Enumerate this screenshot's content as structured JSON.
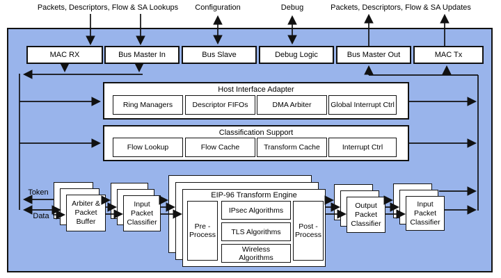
{
  "colors": {
    "canvas": "#ffffff",
    "panel": "#99b4eb",
    "box": "#ffffff",
    "line": "#111111"
  },
  "external": {
    "lookups_label": "Packets, Descriptors, Flow & SA Lookups",
    "configuration_label": "Configuration",
    "debug_label": "Debug",
    "updates_label": "Packets, Descriptors, Flow & SA Updates"
  },
  "top_row": {
    "mac_rx": "MAC RX",
    "bus_master_in": "Bus Master In",
    "bus_slave": "Bus Slave",
    "debug_logic": "Debug Logic",
    "bus_master_out": "Bus Master Out",
    "mac_tx": "MAC Tx"
  },
  "host_interface_adapter": {
    "title": "Host Interface Adapter",
    "ring_managers": "Ring Managers",
    "descriptor_fifos": "Descriptor FIFOs",
    "dma_arbiter": "DMA Arbiter",
    "global_interrupt_ctrl": "Global Interrupt Ctrl"
  },
  "classification_support": {
    "title": "Classification Support",
    "flow_lookup": "Flow Lookup",
    "flow_cache": "Flow Cache",
    "transform_cache": "Transform Cache",
    "interrupt_ctrl": "Interrupt Ctrl"
  },
  "bus_labels": {
    "token": "Token",
    "data": "Data"
  },
  "pipeline": {
    "arbiter_packet_buffer": "Arbiter &\nPacket\nBuffer",
    "input_packet_classifier": "Input\nPacket\nClassifier",
    "output_packet_classifier": "Output\nPacket\nClassifier",
    "input_packet_classifier_right": "Input\nPacket\nClassifier",
    "eip96": {
      "title": "EIP-96 Transform Engine",
      "pre_process": "Pre -\nProcess",
      "ipsec": "IPsec Algorithms",
      "tls": "TLS Algorithms",
      "wireless": "Wireless\nAlgorithms",
      "post_process": "Post -\nProcess"
    }
  }
}
